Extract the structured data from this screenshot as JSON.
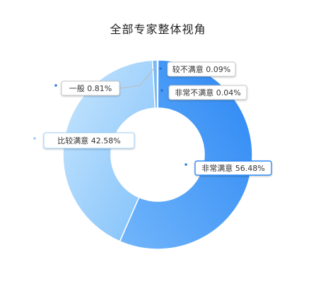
{
  "chart_data": {
    "type": "pie",
    "title": "全部专家整体视角",
    "slices": [
      {
        "name": "非常满意",
        "value": 56.48,
        "label": "非常满意 56.48%",
        "color": "#2e8cf5",
        "color2": "#72b6fb",
        "text_color": "#2e8cf5"
      },
      {
        "name": "比较满意",
        "value": 42.58,
        "label": "比较满意 42.58%",
        "color": "#8ec7fb",
        "color2": "#c2e2fd",
        "text_color": "#5aa8f2"
      },
      {
        "name": "一般",
        "value": 0.81,
        "label": "一般 0.81%",
        "color": "#79b9f4",
        "color2": "#79b9f4",
        "text_color": "#333333"
      },
      {
        "name": "较不满意",
        "value": 0.09,
        "label": "较不满意 0.09%",
        "color": "#4499ee",
        "color2": "#4499ee",
        "text_color": "#333333"
      },
      {
        "name": "非常不满意",
        "value": 0.04,
        "label": "非常不满意 0.04%",
        "color": "#3388dd",
        "color2": "#3388dd",
        "text_color": "#333333"
      }
    ]
  }
}
